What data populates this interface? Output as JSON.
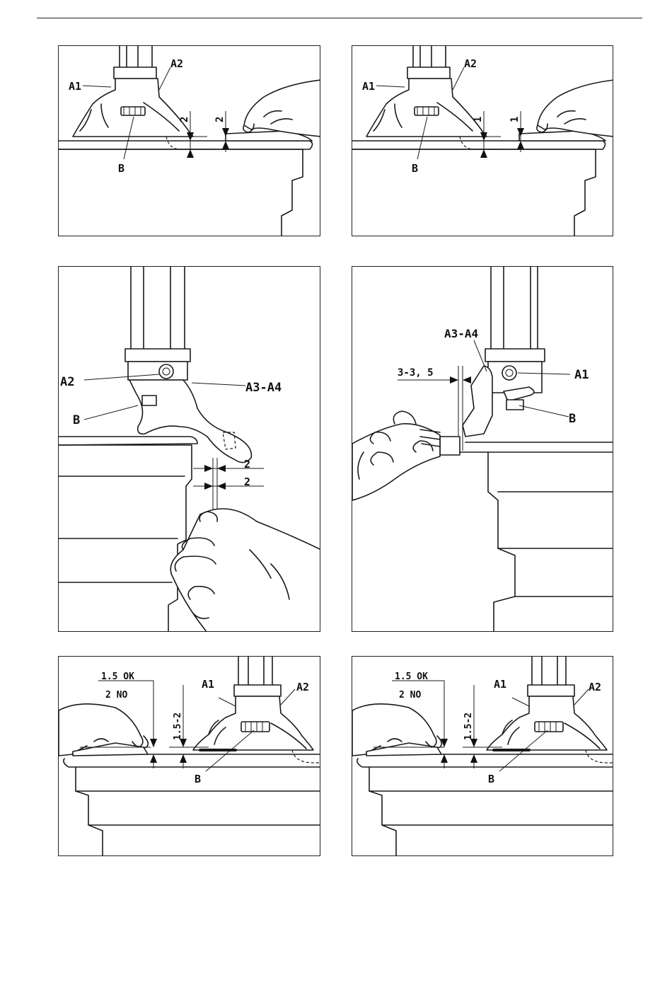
{
  "figures": [
    {
      "labels": {
        "a1": "A1",
        "a2": "A2",
        "b": "B",
        "dim_left": "2",
        "dim_right": "2"
      }
    },
    {
      "labels": {
        "a1": "A1",
        "a2": "A2",
        "b": "B",
        "dim_left": "1",
        "dim_right": "1"
      }
    },
    {
      "labels": {
        "a2": "A2",
        "a34": "A3-A4",
        "b": "B",
        "dim_top": "2",
        "dim_bottom": "2"
      }
    },
    {
      "labels": {
        "a34": "A3-A4",
        "a1": "A1",
        "b": "B",
        "dim": "3-3, 5"
      }
    },
    {
      "labels": {
        "ok": "1.5 OK",
        "no": "2  NO",
        "range": "1.5-2",
        "a1": "A1",
        "a2": "A2",
        "b": "B"
      }
    },
    {
      "labels": {
        "ok": "1.5 OK",
        "no": "2  NO",
        "range": "1.5-2",
        "a1": "A1",
        "a2": "A2",
        "b": "B"
      }
    }
  ],
  "colors": {
    "ink": "#1a1a1a",
    "paper": "#ffffff"
  }
}
